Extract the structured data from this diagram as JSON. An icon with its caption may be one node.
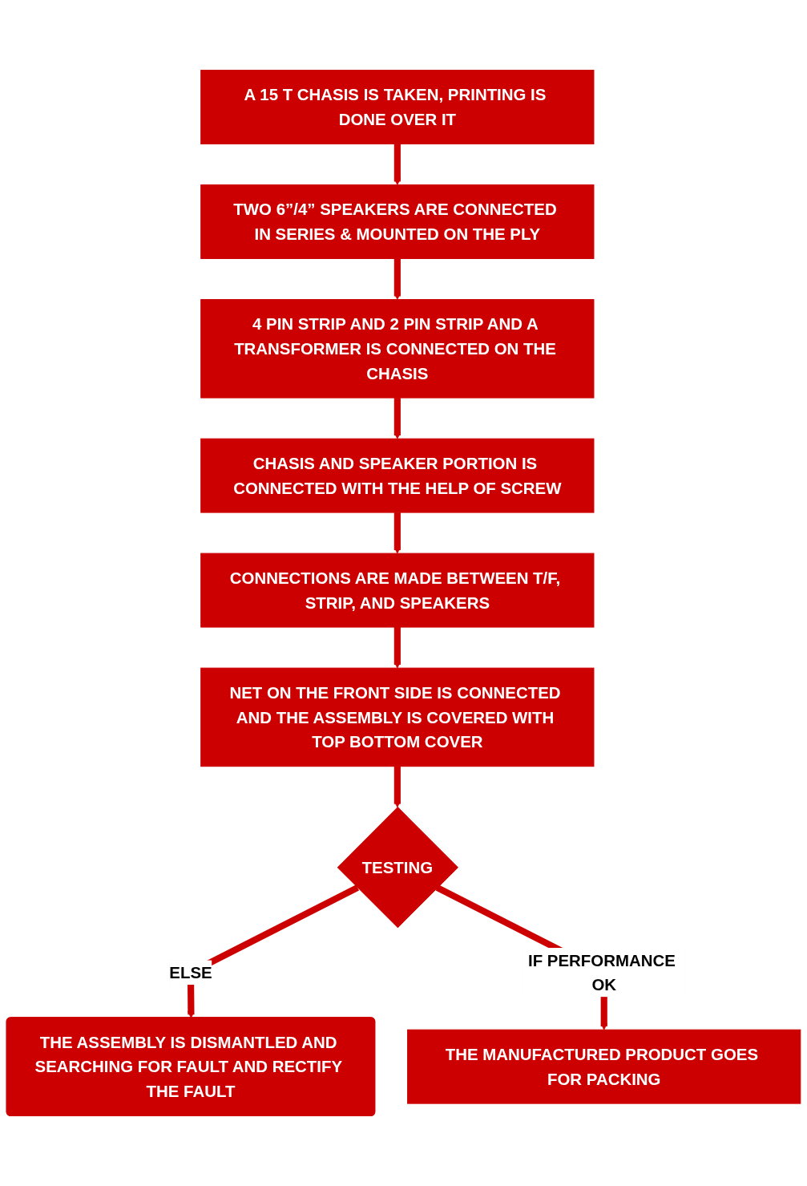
{
  "diagram": {
    "nodes": [
      {
        "text": [
          "A 15 T CHASIS IS TAKEN, PRINTING IS DONE OVER IT"
        ]
      },
      {
        "text": [
          "TWO 6”/4” SPEAKERS ARE CONNECTED IN SERIES & MOUNTED ON THE PLY"
        ]
      },
      {
        "text": [
          "4 PIN STRIP AND 2 PIN STRIP AND A TRANSFORMER IS CONNECTED ON THE CHASIS"
        ]
      },
      {
        "text": [
          "CHASIS AND SPEAKER PORTION IS CONNECTED WITH THE HELP OF SCREW"
        ]
      },
      {
        "text": [
          "CONNECTIONS ARE MADE BETWEEN T/F, STRIP, AND SPEAKERS"
        ]
      },
      {
        "text": [
          "NET ON THE FRONT SIDE IS CONNECTED AND THE ASSEMBLY IS COVERED WITH TOP BOTTOM COVER"
        ]
      },
      {
        "text": [
          "TESTING"
        ]
      },
      {
        "text": [
          "THE ASSEMBLY IS DISMANTLED AND SEARCHING FOR FAULT AND RECTIFY THE FAULT"
        ]
      },
      {
        "text": [
          "THE MANUFACTURED PRODUCT GOES FOR PACKING"
        ]
      }
    ],
    "edges": [
      {
        "from": 0,
        "to": 1,
        "arrow": "to"
      },
      {
        "from": 1,
        "to": 2,
        "arrow": "to"
      },
      {
        "from": 2,
        "to": 3,
        "arrow": "to"
      },
      {
        "from": 3,
        "to": 4,
        "arrow": "to"
      },
      {
        "from": 4,
        "to": 5,
        "arrow": "to"
      },
      {
        "from": 5,
        "to": 6,
        "arrow": "to"
      },
      {
        "from": 6,
        "to": 7,
        "arrow": "to",
        "label": "ELSE"
      },
      {
        "from": 6,
        "to": 8,
        "arrow": "to",
        "label": "IF PERFORMANCE OK"
      }
    ]
  }
}
